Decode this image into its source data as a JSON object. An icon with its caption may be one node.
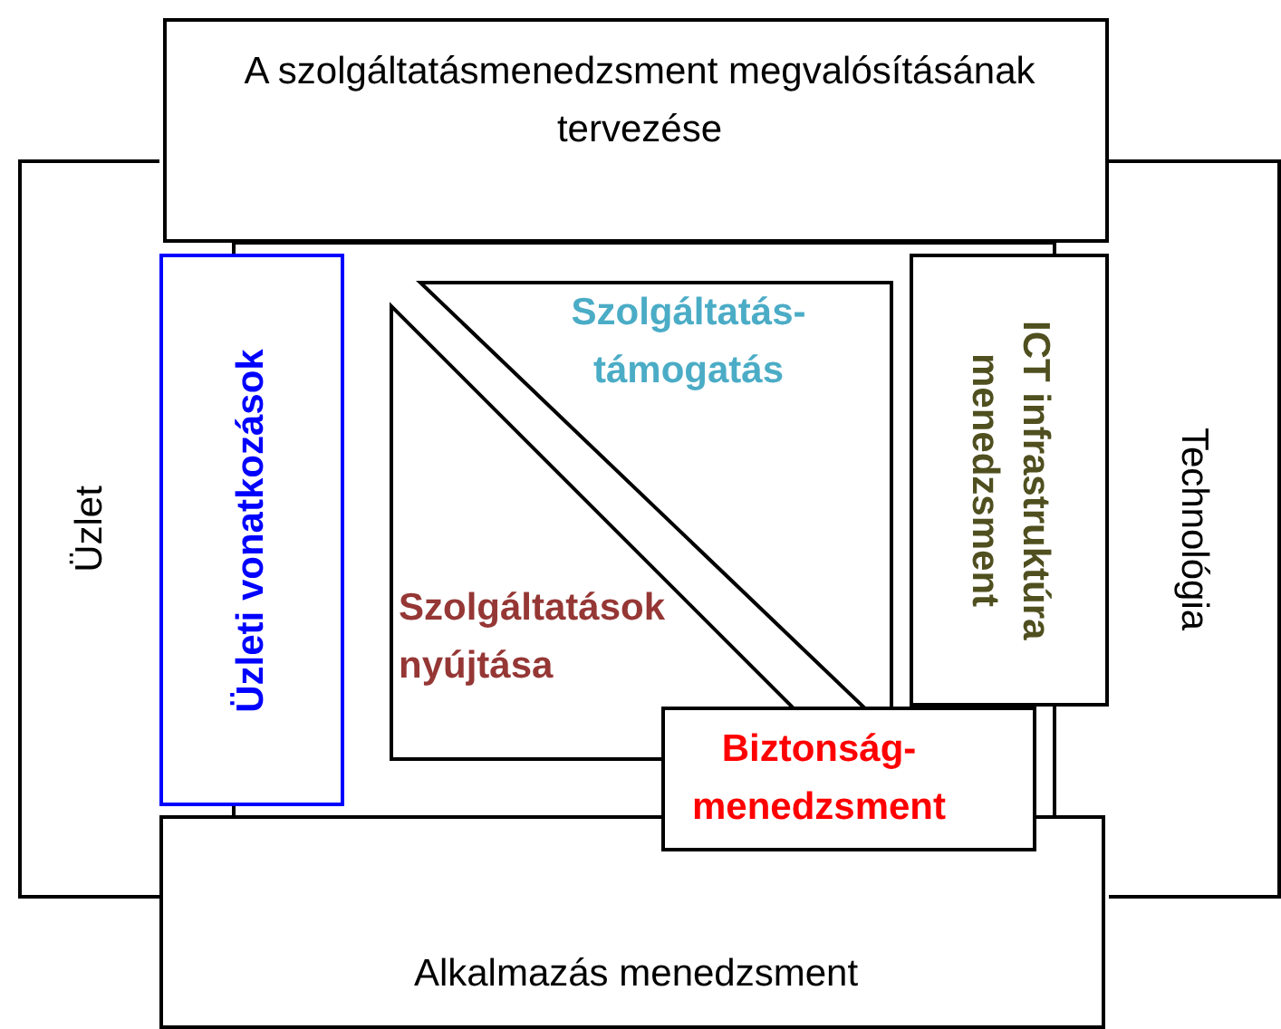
{
  "diagram": {
    "nodes": [
      {
        "text": [
          "A szolgáltatásmenedzsment megvalósításának tervezése"
        ]
      },
      {
        "text": [
          "Üzlet"
        ]
      },
      {
        "text": [
          "Üzleti vonatkozások"
        ]
      },
      {
        "text": [
          "Szolgáltatás-támogatás"
        ]
      },
      {
        "text": [
          "ICT infrastruktúra menedzsment"
        ]
      },
      {
        "text": [
          "Technológia"
        ]
      },
      {
        "text": [
          "Szolgáltatások nyújtása"
        ]
      },
      {
        "text": [
          "Biztonság-menedzsment"
        ]
      },
      {
        "text": [
          "Alkalmazás menedzsment"
        ]
      }
    ],
    "edges": []
  }
}
